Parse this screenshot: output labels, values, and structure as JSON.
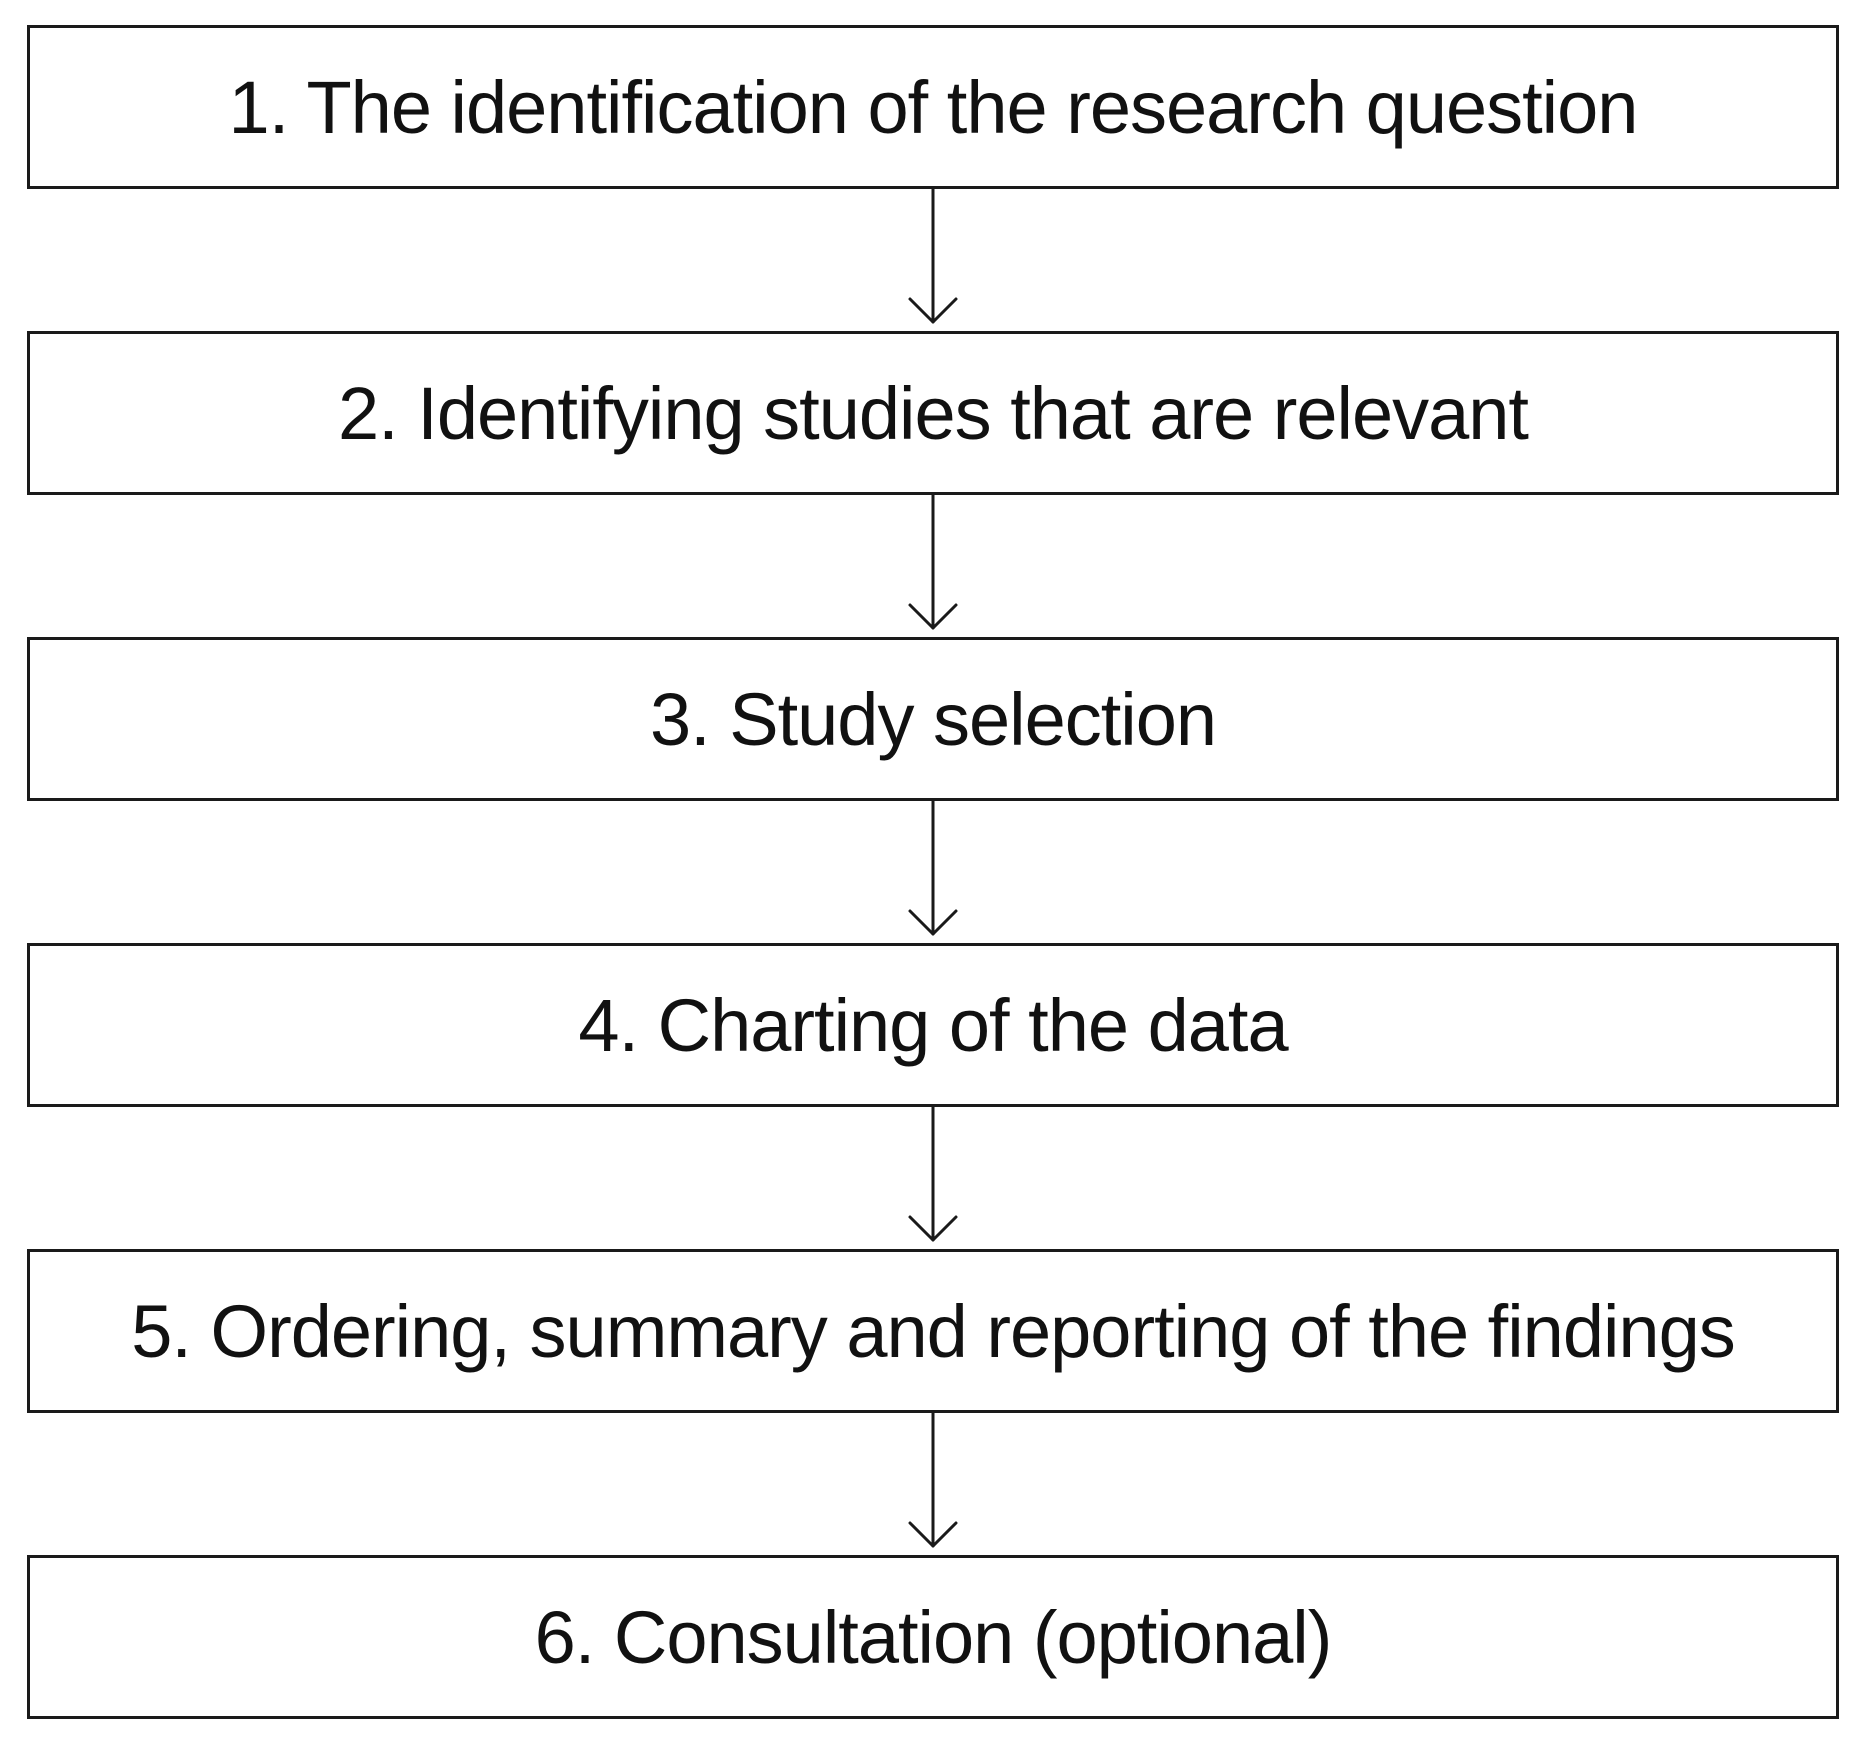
{
  "diagram": {
    "steps": [
      {
        "label": "1. The identification of the research question"
      },
      {
        "label": "2. Identifying studies that are relevant"
      },
      {
        "label": "3. Study selection"
      },
      {
        "label": "4. Charting of the data"
      },
      {
        "label": "5. Ordering, summary and reporting of the findings"
      },
      {
        "label": "6. Consultation (optional)"
      }
    ],
    "colors": {
      "stroke": "#1a1a1a",
      "text": "#111111",
      "background": "#ffffff"
    }
  }
}
